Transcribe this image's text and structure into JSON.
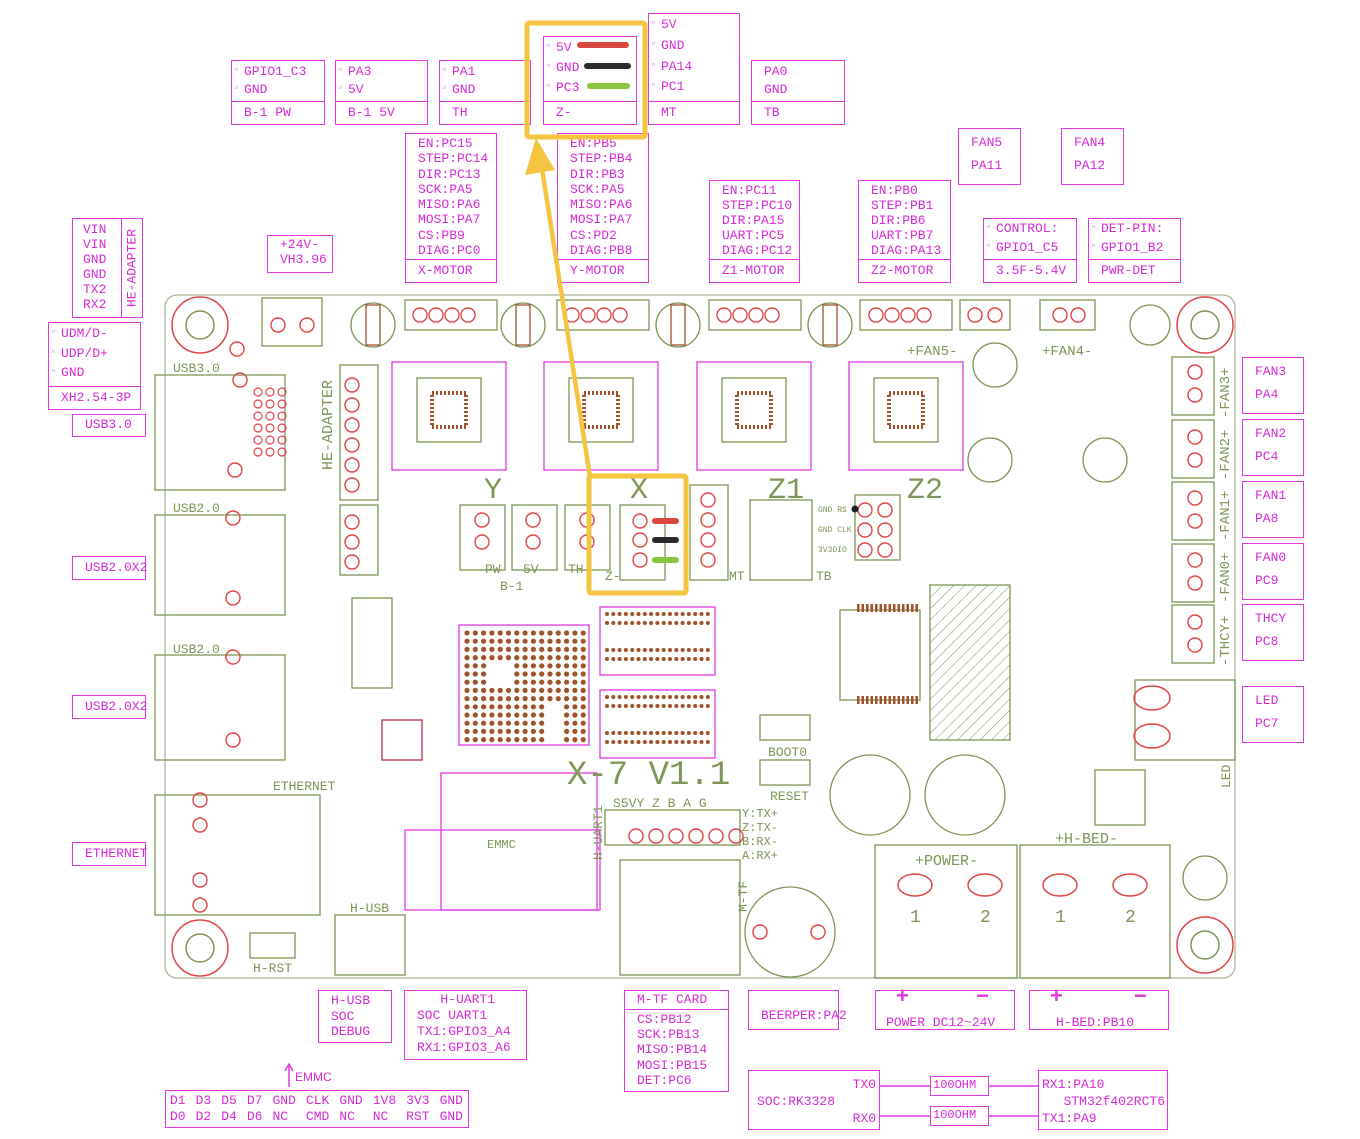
{
  "pinouts": {
    "b1_pw": {
      "lines": [
        "GPIO1_C3",
        "GND"
      ],
      "footer": "B-1 PW"
    },
    "b1_5v": {
      "lines": [
        "PA3",
        "5V"
      ],
      "footer": "B-1 5V"
    },
    "th": {
      "lines": [
        "PA1",
        "GND"
      ],
      "footer": "TH"
    },
    "zminus": {
      "lines": [
        "5V",
        "GND",
        "PC3"
      ],
      "footer": "Z-"
    },
    "mt": {
      "lines": [
        "5V",
        "GND",
        "PA14",
        "PC1"
      ],
      "footer": "MT"
    },
    "tb": {
      "lines": [
        "PA0",
        "GND"
      ],
      "footer": "TB"
    },
    "x_motor": {
      "lines": [
        "EN:PC15",
        "STEP:PC14",
        "DIR:PC13",
        "SCK:PA5",
        "MISO:PA6",
        "MOSI:PA7",
        "CS:PB9",
        "DIAG:PC0"
      ],
      "footer": "X-MOTOR"
    },
    "y_motor": {
      "lines": [
        "EN:PB5",
        "STEP:PB4",
        "DIR:PB3",
        "SCK:PA5",
        "MISO:PA6",
        "MOSI:PA7",
        "CS:PD2",
        "DIAG:PB8"
      ],
      "footer": "Y-MOTOR"
    },
    "z1_motor": {
      "lines": [
        "EN:PC11",
        "STEP:PC10",
        "DIR:PA15",
        "UART:PC5",
        "DIAG:PC12"
      ],
      "footer": "Z1-MOTOR"
    },
    "z2_motor": {
      "lines": [
        "EN:PB0",
        "STEP:PB1",
        "DIR:PB6",
        "UART:PB7",
        "DIAG:PA13"
      ],
      "footer": "Z2-MOTOR"
    },
    "fan5": {
      "lines": [
        "FAN5",
        "PA11"
      ]
    },
    "fan4": {
      "lines": [
        "FAN4",
        "PA12"
      ]
    },
    "control": {
      "lines": [
        "CONTROL:",
        "GPIO1_C5"
      ],
      "footer": "3.5F-5.4V"
    },
    "det_pin": {
      "lines": [
        "DET-PIN:",
        "GPIO1_B2"
      ],
      "footer": "PWR-DET"
    },
    "vh396": {
      "lines": [
        "+24V-",
        "VH3.96"
      ]
    },
    "udm": {
      "lines": [
        "UDM/D-",
        "UDP/D+",
        "GND"
      ],
      "footer": "XH2.54-3P"
    },
    "usb30": {
      "lines": [
        "USB3.0"
      ]
    },
    "usb20a": {
      "lines": [
        "USB2.0X2"
      ]
    },
    "usb20b": {
      "lines": [
        "USB2.0X2"
      ]
    },
    "ethernet": {
      "lines": [
        "ETHERNET"
      ]
    },
    "fan3": {
      "lines": [
        "FAN3",
        "PA4"
      ]
    },
    "fan2": {
      "lines": [
        "FAN2",
        "PC4"
      ]
    },
    "fan1": {
      "lines": [
        "FAN1",
        "PA8"
      ]
    },
    "fan0": {
      "lines": [
        "FAN0",
        "PC9"
      ]
    },
    "thcy": {
      "lines": [
        "THCY",
        "PC8"
      ]
    },
    "led": {
      "lines": [
        "LED",
        "PC7"
      ]
    },
    "husb": {
      "lines": [
        "H-USB",
        "SOC",
        "DEBUG"
      ]
    },
    "huart1": {
      "lines": [
        "   H-UART1",
        "SOC UART1",
        "TX1:GPIO3_A4",
        "RX1:GPIO3_A6"
      ]
    },
    "mtf": {
      "lines": [
        "CS:PB12",
        "SCK:PB13",
        "MISO:PB14",
        "MOSI:PB15",
        "DET:PC6"
      ],
      "header": "M-TF CARD"
    },
    "beeper": {
      "lines": [
        "BEERPER:PA2"
      ]
    }
  },
  "he_adapter": {
    "pins": [
      "VIN",
      "VIN",
      "GND",
      "GND",
      "TX2",
      "RX2"
    ],
    "title": "HE-ADAPTER"
  },
  "power": {
    "label": "POWER DC12~24V",
    "plus": "+",
    "minus": "−"
  },
  "hbed": {
    "label": "H-BED:PB10",
    "plus": "+",
    "minus": "−"
  },
  "emmc": {
    "arrow_label": "EMMC",
    "row1": [
      "D1",
      "D3",
      "D5",
      "D7",
      "GND",
      "CLK",
      "GND",
      "1V8",
      "3V3",
      "GND"
    ],
    "row2": [
      "D0",
      "D2",
      "D4",
      "D6",
      "NC",
      "CMD",
      "NC",
      "NC",
      "RST",
      "GND"
    ]
  },
  "uart_link": {
    "soc": "SOC:RK3328",
    "tx0": "TX0",
    "rx0": "RX0",
    "r1": "100OHM",
    "r2": "100OHM",
    "rx1": "RX1:PA10",
    "mcu": "STM32f402RCT6",
    "tx1": "TX1:PA9"
  },
  "board": {
    "usb30": "USB3.0",
    "usb20a": "USB2.0",
    "usb20b": "USB2.0",
    "ethernet": "ETHERNET",
    "he_adapter": "HE-ADAPTER",
    "y": "Y",
    "x": "X",
    "z1": "Z1",
    "z2": "Z2",
    "pw": "PW",
    "v5": "5V",
    "th": "TH",
    "zminus": "Z-",
    "b1": "B-1",
    "mt": "MT",
    "tb": "TB",
    "title": "X-7  V1.1",
    "boot0": "BOOT0",
    "reset": "RESET",
    "huart1": "H-UART1",
    "uart_pins": "S5VY Z B A G",
    "uart_map": [
      "Y:TX+",
      "Z:TX-",
      "B:RX-",
      "A:RX+"
    ],
    "emmc": "EMMC",
    "husb": "H-USB",
    "hrst": "H-RST",
    "mtf": "M-TF",
    "fan5": "+FAN5-",
    "fan4": "+FAN4-",
    "power": "+POWER-",
    "hbed": "+H-BED-",
    "led": "LED",
    "fans": [
      "-FAN3+",
      "-FAN2+",
      "-FAN1+",
      "-FAN0+",
      "-THCY+"
    ],
    "gnd_rs": "GND RS",
    "gnd_clk": "GND CLK",
    "v3dio": "3V3DIO",
    "terminals": [
      "1",
      "2",
      "1",
      "2"
    ]
  },
  "wire_colors": {
    "v5": "#d9473f",
    "gnd": "#2b2b2b",
    "signal": "#8cc63f"
  },
  "colors": {
    "label": "#e23ae2",
    "silk": "#7d9556",
    "pad": "#e04545",
    "copper": "#a0522d",
    "highlight": "#f5c542"
  }
}
